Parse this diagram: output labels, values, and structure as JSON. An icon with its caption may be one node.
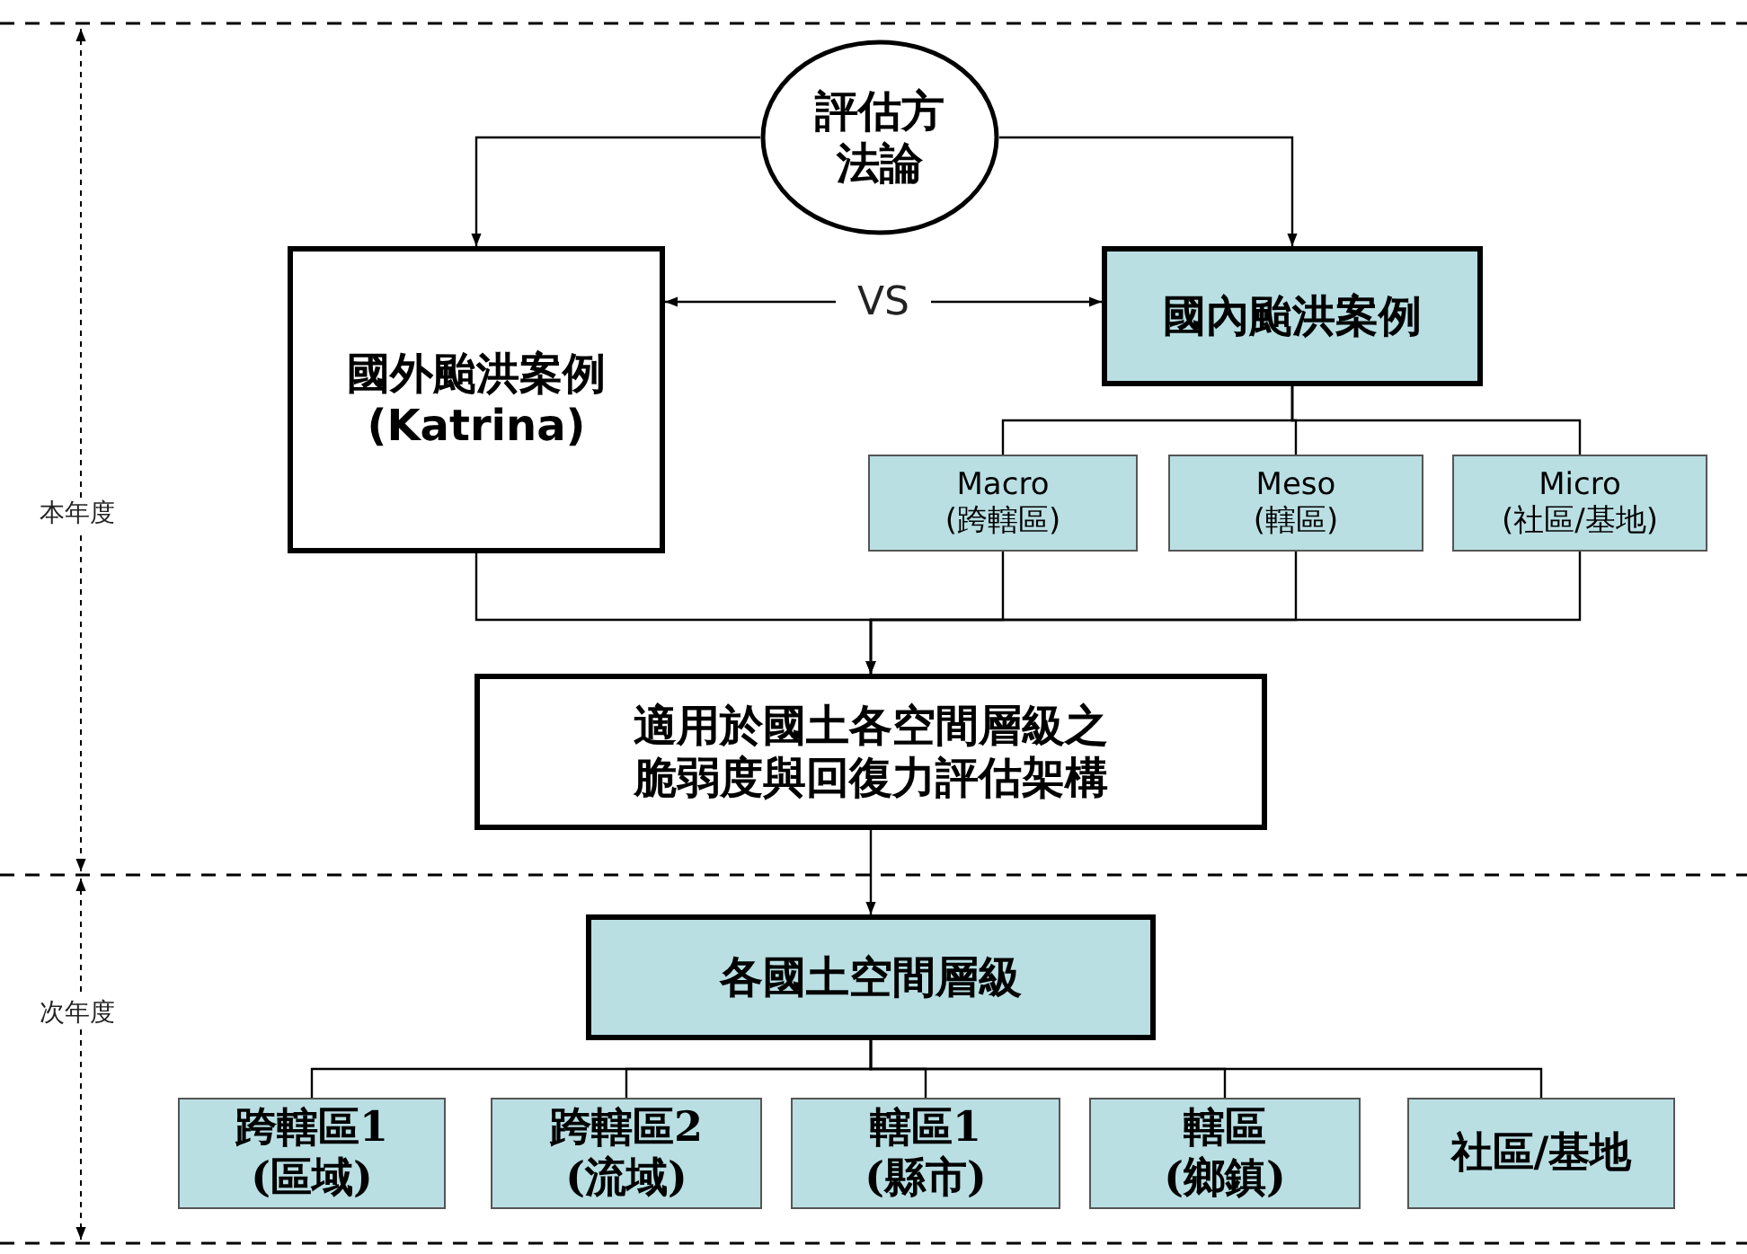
{
  "diagram": {
    "nodes": [
      {
        "text": [
          "評估方法論"
        ]
      },
      {
        "text": [
          "國外颱洪案例",
          "(Katrina)"
        ]
      },
      {
        "text": [
          "國內颱洪案例"
        ]
      },
      {
        "text": [
          "Macro",
          "(跨轄區)"
        ]
      },
      {
        "text": [
          "Meso",
          "(轄區)"
        ]
      },
      {
        "text": [
          "Micro",
          "(社區/基地)"
        ]
      },
      {
        "text": [
          "適用於國土各空間層級之脆弱度與回復力評估架構"
        ]
      },
      {
        "text": [
          "各國土空間層級"
        ]
      },
      {
        "text": [
          "跨轄區1",
          "(區域)"
        ]
      },
      {
        "text": [
          "跨轄區2",
          "(流域)"
        ]
      },
      {
        "text": [
          "轄區1",
          "(縣市)"
        ]
      },
      {
        "text": [
          "轄區",
          "(鄉鎮)"
        ]
      },
      {
        "text": [
          "社區/基地"
        ]
      }
    ],
    "edges": [
      {
        "from": 0,
        "to": 1,
        "arrow": "to"
      },
      {
        "from": 0,
        "to": 2,
        "arrow": "to"
      },
      {
        "from": 1,
        "to": 2,
        "arrow": "both",
        "label": "VS"
      },
      {
        "from": 2,
        "to": 3,
        "arrow": "none"
      },
      {
        "from": 2,
        "to": 4,
        "arrow": "none"
      },
      {
        "from": 2,
        "to": 5,
        "arrow": "none"
      },
      {
        "from": 1,
        "to": 6,
        "arrow": "to"
      },
      {
        "from": 3,
        "to": 6,
        "arrow": "to"
      },
      {
        "from": 4,
        "to": 6,
        "arrow": "to"
      },
      {
        "from": 5,
        "to": 6,
        "arrow": "to"
      },
      {
        "from": 6,
        "to": 7,
        "arrow": "to"
      },
      {
        "from": 7,
        "to": 8,
        "arrow": "none"
      },
      {
        "from": 7,
        "to": 9,
        "arrow": "none"
      },
      {
        "from": 7,
        "to": 10,
        "arrow": "none"
      },
      {
        "from": 7,
        "to": 11,
        "arrow": "none"
      },
      {
        "from": 7,
        "to": 12,
        "arrow": "none"
      }
    ],
    "labels": [
      "本年度",
      "次年度"
    ]
  }
}
